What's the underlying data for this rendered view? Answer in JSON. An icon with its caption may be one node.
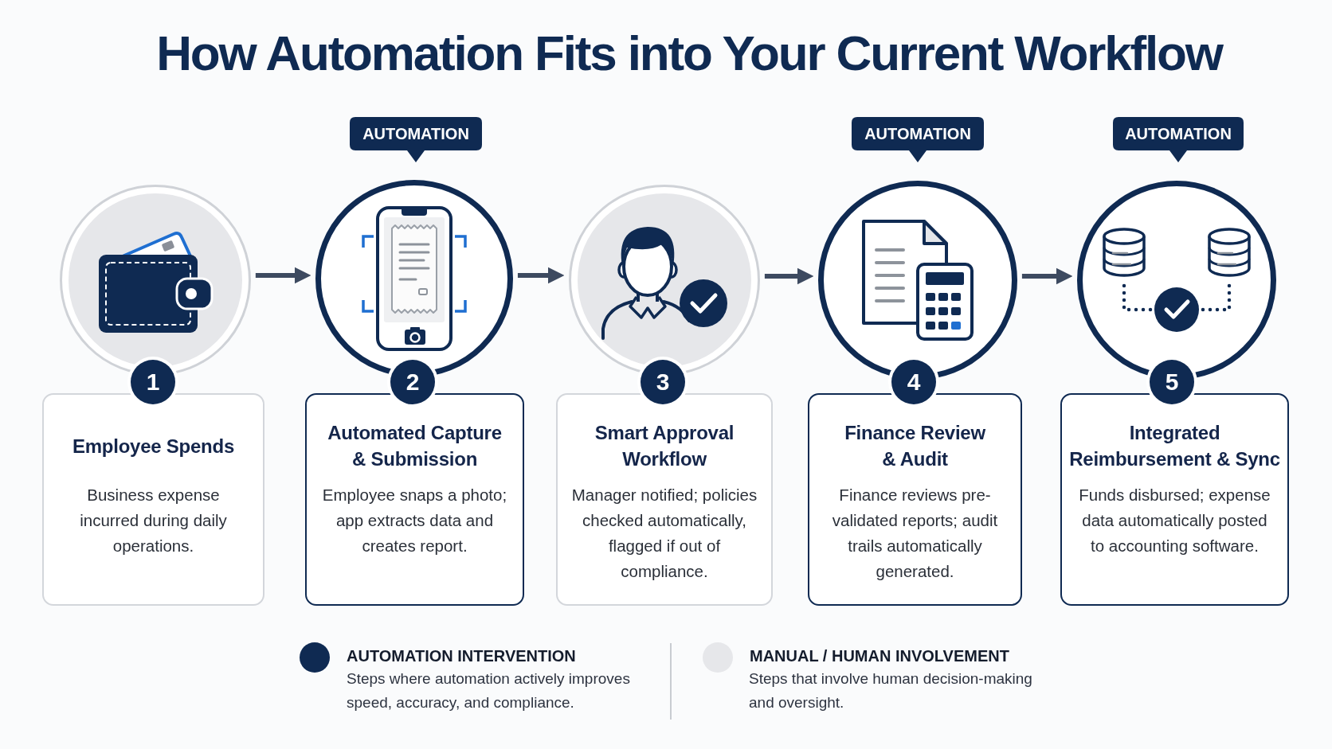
{
  "diagram": {
    "title": "How Automation Fits into Your Current Workflow",
    "nodes": [
      {
        "text": [
          "AUTOMATION"
        ]
      },
      {
        "text": [
          "AUTOMATION"
        ]
      },
      {
        "text": [
          "AUTOMATION"
        ]
      },
      {
        "text": [],
        "shape": "circle"
      },
      {
        "text": [],
        "shape": "circle"
      },
      {
        "text": [],
        "shape": "circle"
      },
      {
        "text": [],
        "shape": "circle"
      },
      {
        "text": [],
        "shape": "circle"
      },
      {
        "text": [
          "1"
        ]
      },
      {
        "text": [
          "2"
        ]
      },
      {
        "text": [
          "3"
        ]
      },
      {
        "text": [
          "4"
        ]
      },
      {
        "text": [
          "5"
        ]
      },
      {
        "text": [
          "Employee Spends",
          "Business expense incurred during daily operations."
        ]
      },
      {
        "text": [
          "Automated Capture & Submission",
          "Employee snaps a photo; app extracts data and creates report."
        ]
      },
      {
        "text": [
          "Smart Approval Workflow",
          "Manager notified; policies checked automatically, flagged if out of compliance."
        ]
      },
      {
        "text": [
          "Finance Review & Audit",
          "Finance reviews pre-validated reports; audit trails automatically generated."
        ]
      },
      {
        "text": [
          "Integrated Reimbursement & Sync",
          "Funds disbursed; expense data automatically posted to accounting software."
        ]
      }
    ],
    "edges": [
      {
        "from": 3,
        "to": 4,
        "arrow": "to"
      },
      {
        "from": 4,
        "to": 5,
        "arrow": "to"
      },
      {
        "from": 5,
        "to": 6,
        "arrow": "to"
      },
      {
        "from": 6,
        "to": 7,
        "arrow": "to"
      }
    ],
    "labels": [
      "Steps where automation actively improves speed, accuracy, and compliance.",
      "Steps that involve human decision-making and oversight."
    ],
    "legend": [
      {
        "text": "AUTOMATION INTERVENTION",
        "color": "#0f2a52"
      },
      {
        "text": "MANUAL / HUMAN INVOLVEMENT",
        "color": "#e6e7ea"
      }
    ]
  }
}
